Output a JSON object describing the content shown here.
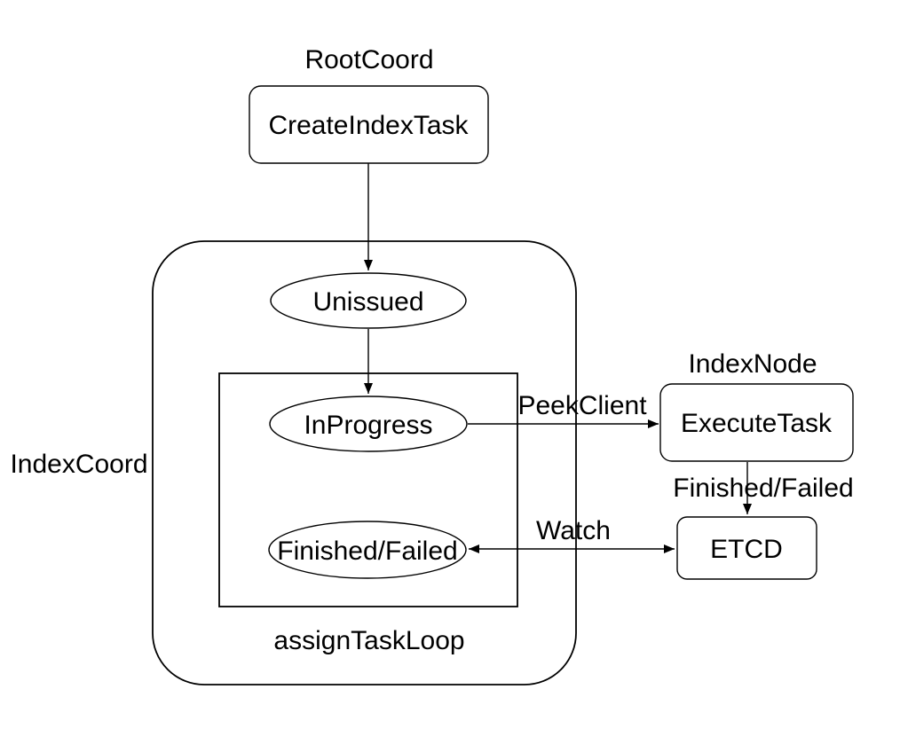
{
  "diagram": {
    "background_color": "#ffffff",
    "stroke_color": "#000000",
    "groups": {
      "root_coord": "RootCoord",
      "index_coord": "IndexCoord",
      "index_node": "IndexNode",
      "assign_task_loop": "assignTaskLoop"
    },
    "nodes": {
      "create_index_task": "CreateIndexTask",
      "unissued": "Unissued",
      "in_progress": "InProgress",
      "finished_failed": "Finished/Failed",
      "execute_task": "ExecuteTask",
      "etcd": "ETCD"
    },
    "edge_labels": {
      "peek_client": "PeekClient",
      "finished_failed": "Finished/Failed",
      "watch": "Watch"
    }
  }
}
